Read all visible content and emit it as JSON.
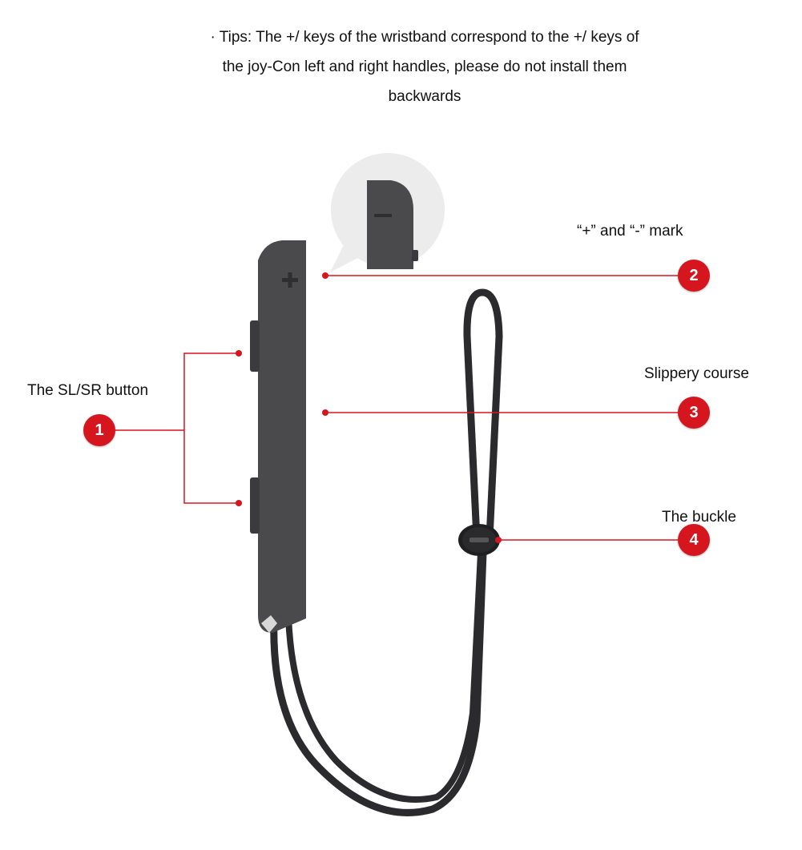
{
  "tips": {
    "line1": "· Tips: The +/ keys of the wristband correspond to the +/ keys of",
    "line2": "the joy-Con left and right handles, please do not install them",
    "line3": "backwards"
  },
  "callouts": [
    {
      "number": "1",
      "label": "The SL/SR button"
    },
    {
      "number": "2",
      "label": "“+” and “-” mark"
    },
    {
      "number": "3",
      "label": "Slippery course"
    },
    {
      "number": "4",
      "label": "The buckle"
    }
  ],
  "colors": {
    "accent": "#d6161e",
    "controller": "#4a4a4c",
    "strap": "#2b2b2d"
  },
  "icons": [
    "plus-icon",
    "minus-icon"
  ]
}
